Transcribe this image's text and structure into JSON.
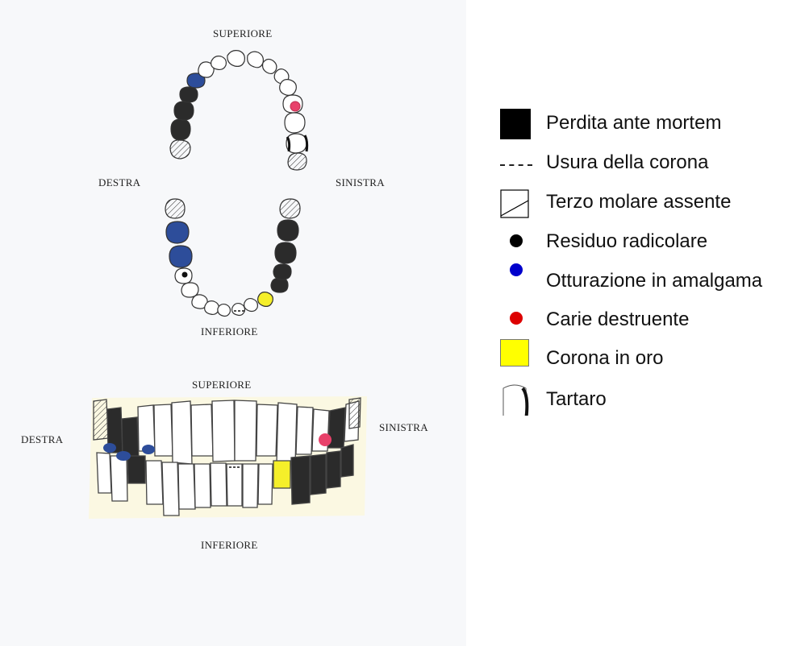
{
  "occlusal_chart": {
    "upper_label": "SUPERIORE",
    "lower_label": "INFERIORE",
    "right_label": "DESTRA",
    "left_label": "SINISTRA"
  },
  "frontal_chart": {
    "upper_label": "SUPERIORE",
    "lower_label": "INFERIORE",
    "right_label": "DESTRA",
    "left_label": "SINISTRA"
  },
  "legend": {
    "items": [
      {
        "symbol": "black-square",
        "label": "Perdita ante mortem"
      },
      {
        "symbol": "dashed-line",
        "label": "Usura della corona"
      },
      {
        "symbol": "diagonal-box",
        "label": "Terzo molare assente"
      },
      {
        "symbol": "black-dot",
        "label": "Residuo radicolare"
      },
      {
        "symbol": "blue-dot",
        "label": "Otturazione in amalgama"
      },
      {
        "symbol": "red-dot",
        "label": "Carie destruente"
      },
      {
        "symbol": "yellow-square",
        "label": "Corona in oro"
      },
      {
        "symbol": "tooth-tartar",
        "label": "Tartaro"
      }
    ]
  },
  "colors": {
    "missing": "#2b2b2b",
    "amalgam": "#2d4d9a",
    "caries": "#e8416a",
    "gold": "#f5ef2a",
    "legend_blue": "#0000cc",
    "legend_red": "#dd0000",
    "legend_yellow": "#ffff00"
  }
}
